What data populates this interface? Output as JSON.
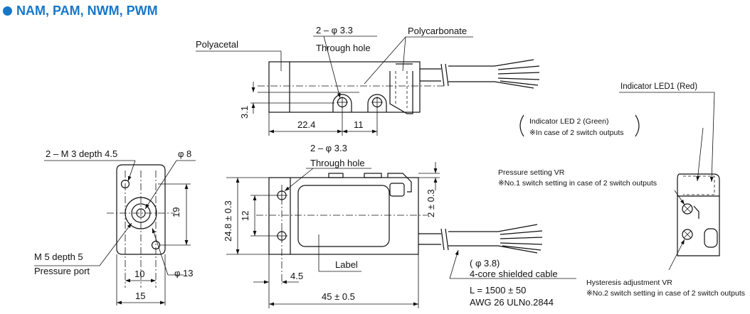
{
  "header": {
    "title": "NAM, PAM, NWM, PWM"
  },
  "top_view": {
    "material_left": "Polyacetal",
    "material_right": "Polycarbonate",
    "hole_spec": "2 – φ 3.3",
    "hole_type": "Through hole",
    "dim_offset": "3.1",
    "dim_a": "22.4",
    "dim_b": "11"
  },
  "end_view": {
    "thread": "2 – M 3 depth 4.5",
    "dia_small": "φ 8",
    "dim_height": "19",
    "port_thread": "M 5 depth 5",
    "port_label": "Pressure port",
    "dim_inner": "10",
    "dim_width": "15",
    "dia_large": "φ 13"
  },
  "front_view": {
    "hole_spec": "2 – φ 3.3",
    "hole_type": "Through hole",
    "dim_height": "24.8 ± 0.3",
    "dim_pitch": "12",
    "dim_tab": "2 ± 0.3",
    "dim_edge": "4.5",
    "dim_length": "45 ± 0.5",
    "label": "Label",
    "cable_dia": "( φ 3.8)",
    "cable_type": "4-core shielded cable",
    "cable_length": "L = 1500 ± 50",
    "cable_awg": "AWG 26 ULNo.2844"
  },
  "side_view": {
    "led1": "Indicator LED1 (Red)",
    "led2": "Indicator LED 2 (Green)",
    "led2_note": "※In case of 2 switch outputs",
    "vr1": "Pressure setting VR",
    "vr1_note": "※No.1 switch setting in case of 2 switch outputs",
    "vr2": "Hysteresis adjustment VR",
    "vr2_note": "※No.2 switch setting in case of 2 switch outputs"
  }
}
